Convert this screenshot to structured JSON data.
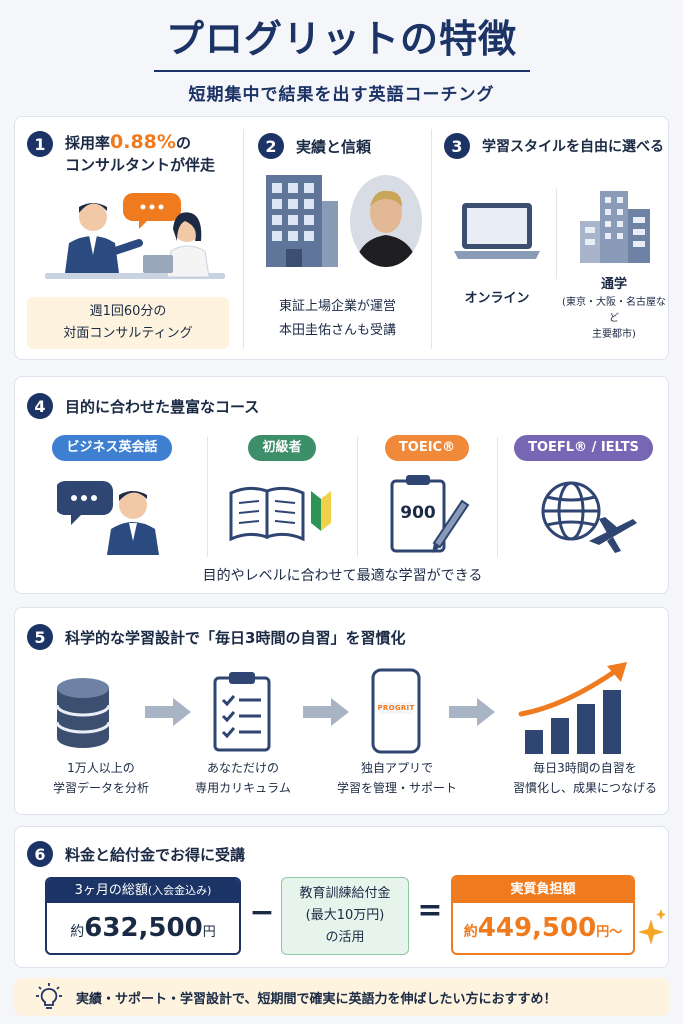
{
  "header": {
    "title": "プログリットの特徴",
    "subtitle": "短期集中で結果を出す英語コーチング"
  },
  "colors": {
    "navy": "#1c3366",
    "orange": "#f07b1e",
    "blue_tag": "#3f7fd1",
    "green_tag": "#3d8f6a",
    "orange_tag": "#f08a3a",
    "purple_tag": "#7766b3"
  },
  "feature1": {
    "number": "1",
    "title_prefix": "採用率",
    "rate": "0.88%",
    "title_suffix": "の",
    "title_line2": "コンサルタントが伴走",
    "note_line1": "週1回60分の",
    "note_line2": "対面コンサルティング",
    "icon": "consultation-illustration"
  },
  "feature2": {
    "number": "2",
    "title": "実績と信頼",
    "line1": "東証上場企業が運営",
    "line2": "本田圭佑さんも受講",
    "icons": [
      "office-building-icon",
      "person-portrait"
    ]
  },
  "feature3": {
    "number": "3",
    "title": "学習スタイルを自由に選べる",
    "online_label": "オンライン",
    "offline_label": "通学",
    "offline_note1": "(東京・大阪・名古屋など",
    "offline_note2": "主要都市)"
  },
  "feature4": {
    "number": "4",
    "title": "目的に合わせた豊富なコース",
    "courses": [
      {
        "label": "ビジネス英会話",
        "icon": "business-chat-icon"
      },
      {
        "label": "初級者",
        "icon": "book-beginner-icon"
      },
      {
        "label": "TOEIC®",
        "icon": "score-sheet-icon",
        "score": "900"
      },
      {
        "label": "TOEFL® / IELTS",
        "icon": "globe-plane-icon"
      }
    ],
    "caption": "目的やレベルに合わせて最適な学習ができる"
  },
  "feature5": {
    "number": "5",
    "title": "科学的な学習設計で「毎日3時間の自習」を習慣化",
    "app_brand": "PROGRIT",
    "steps": [
      {
        "line1": "1万人以上の",
        "line2": "学習データを分析"
      },
      {
        "line1": "あなただけの",
        "line2": "専用カリキュラム"
      },
      {
        "line1": "独自アプリで",
        "line2": "学習を管理・サポート"
      },
      {
        "line1": "毎日3時間の自習を",
        "line2": "習慣化し、成果につなげる"
      }
    ]
  },
  "feature6": {
    "number": "6",
    "title": "料金と給付金でお得に受講",
    "total_header": "3ヶ月の総額",
    "total_header_note": "(入会金込み)",
    "total_prefix": "約",
    "total_amount": "632,500",
    "total_unit": "円",
    "minus": "−",
    "grant_line1": "教育訓練給付金",
    "grant_line2": "(最大10万円)",
    "grant_line3": "の活用",
    "equals": "=",
    "net_header": "実質負担額",
    "net_prefix": "約",
    "net_amount": "449,500",
    "net_unit": "円〜"
  },
  "footer": {
    "text": "実績・サポート・学習設計で、短期間で確実に英語力を伸ばしたい方におすすめ！"
  }
}
